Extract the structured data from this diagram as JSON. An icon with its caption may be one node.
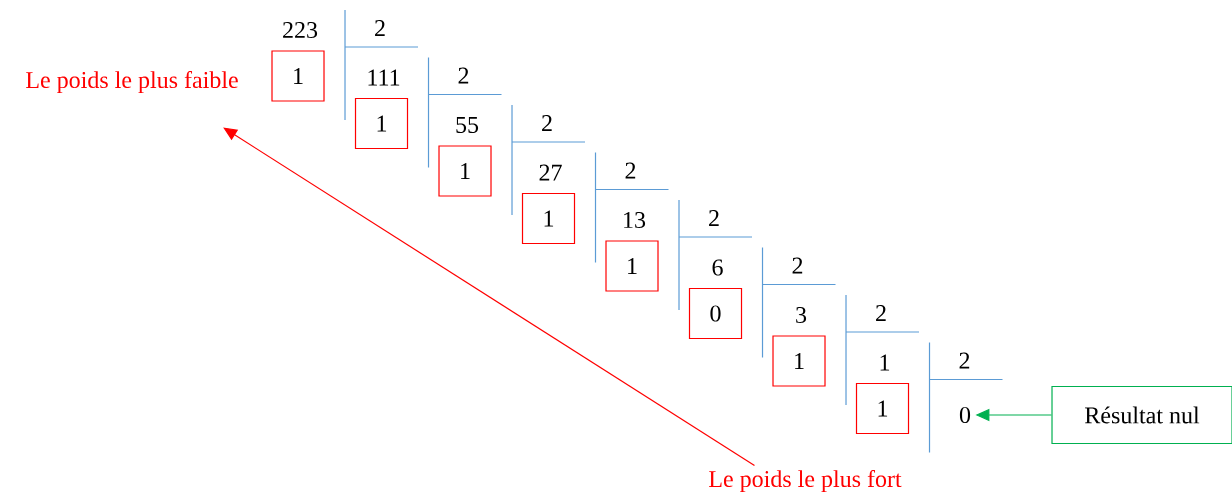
{
  "diagram": {
    "nodes": [
      {
        "text": [
          "Le poids le plus faible"
        ]
      },
      {
        "text": [
          "1"
        ]
      },
      {
        "text": [
          "1"
        ]
      },
      {
        "text": [
          "1"
        ]
      },
      {
        "text": [
          "1"
        ]
      },
      {
        "text": [
          "1"
        ]
      },
      {
        "text": [
          "0"
        ]
      },
      {
        "text": [
          "1"
        ]
      },
      {
        "text": [
          "1"
        ]
      },
      {
        "text": [
          "0"
        ]
      },
      {
        "text": [
          "Résultat nul"
        ]
      },
      {
        "text": [
          "Le poids le plus fort"
        ]
      }
    ],
    "edges": [
      {
        "from": 11,
        "to": 0,
        "arrow": "to",
        "color": "#ff0000"
      },
      {
        "from": 10,
        "to": 9,
        "arrow": "to",
        "color": "#00b050"
      }
    ],
    "labels": [
      "223",
      "2",
      "111",
      "2",
      "55",
      "2",
      "27",
      "2",
      "13",
      "2",
      "6",
      "2",
      "3",
      "2",
      "1",
      "2"
    ]
  }
}
